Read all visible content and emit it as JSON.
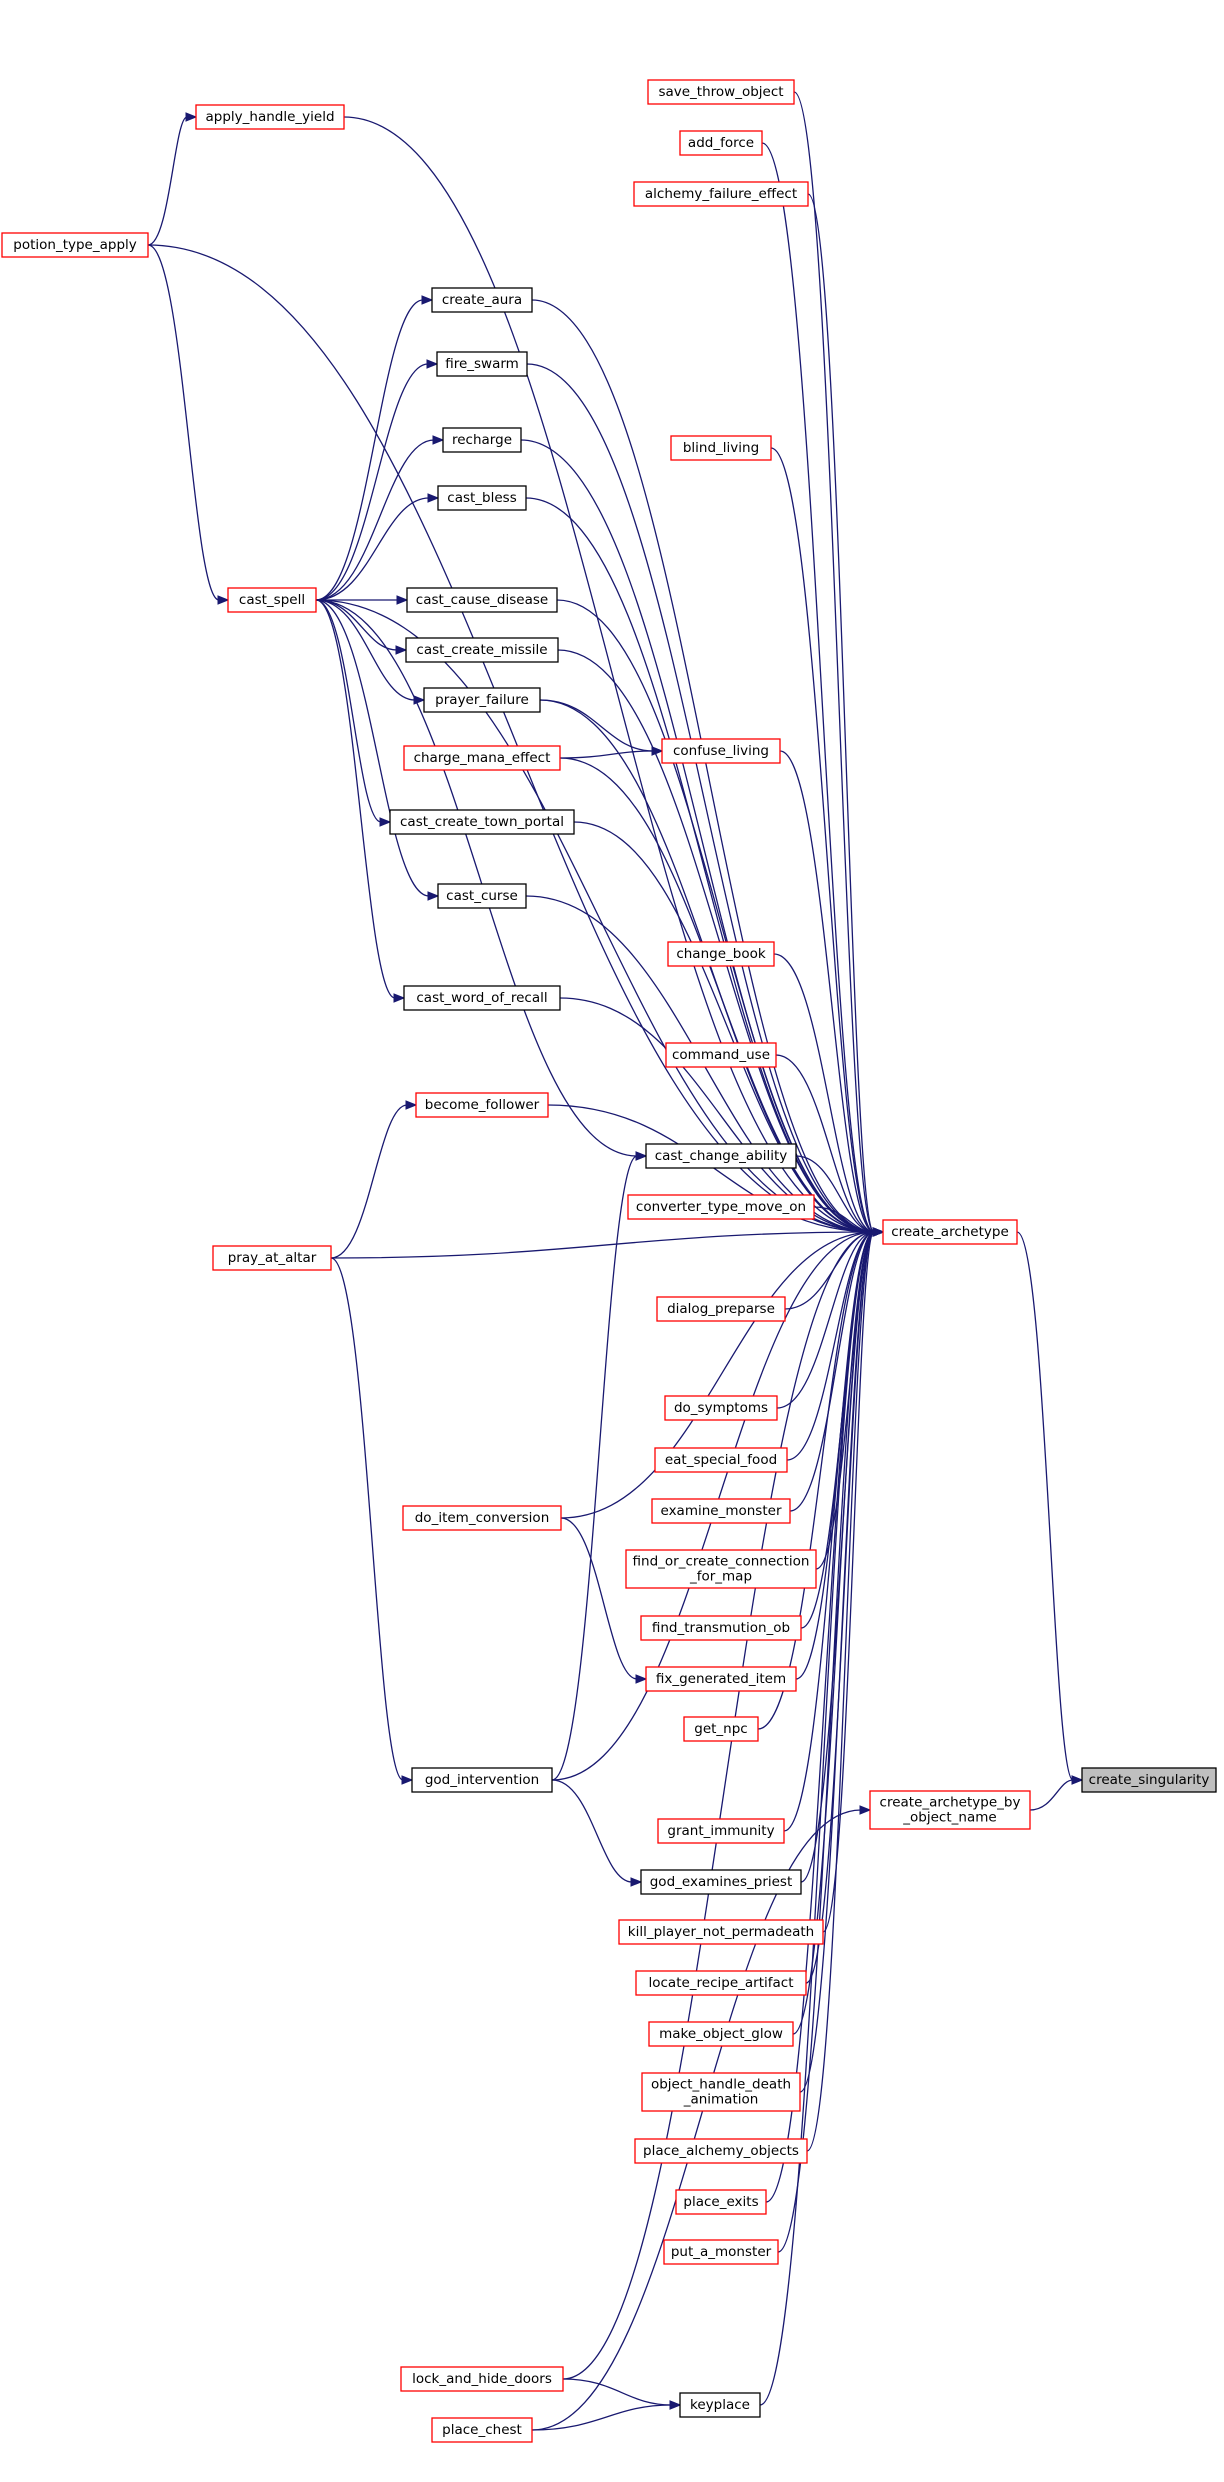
{
  "colors": {
    "edge": "#191970",
    "border_link": "#ff0000",
    "border_plain": "#000000",
    "fill": "#ffffff",
    "fill_root": "#bfbfbf"
  },
  "graph": {
    "root": "create_singularity",
    "nodes": [
      {
        "id": "create_singularity",
        "lines": [
          "create_singularity"
        ],
        "style": "root"
      },
      {
        "id": "create_archetype",
        "lines": [
          "create_archetype"
        ],
        "style": "link"
      },
      {
        "id": "create_archetype_by_object_name",
        "lines": [
          "create_archetype_by",
          "_object_name"
        ],
        "style": "link"
      },
      {
        "id": "apply_handle_yield",
        "lines": [
          "apply_handle_yield"
        ],
        "style": "link"
      },
      {
        "id": "potion_type_apply",
        "lines": [
          "potion_type_apply"
        ],
        "style": "link"
      },
      {
        "id": "save_throw_object",
        "lines": [
          "save_throw_object"
        ],
        "style": "link"
      },
      {
        "id": "add_force",
        "lines": [
          "add_force"
        ],
        "style": "link"
      },
      {
        "id": "alchemy_failure_effect",
        "lines": [
          "alchemy_failure_effect"
        ],
        "style": "link"
      },
      {
        "id": "create_aura",
        "lines": [
          "create_aura"
        ],
        "style": "plain"
      },
      {
        "id": "fire_swarm",
        "lines": [
          "fire_swarm"
        ],
        "style": "plain"
      },
      {
        "id": "recharge",
        "lines": [
          "recharge"
        ],
        "style": "plain"
      },
      {
        "id": "blind_living",
        "lines": [
          "blind_living"
        ],
        "style": "link"
      },
      {
        "id": "cast_bless",
        "lines": [
          "cast_bless"
        ],
        "style": "plain"
      },
      {
        "id": "cast_spell",
        "lines": [
          "cast_spell"
        ],
        "style": "link"
      },
      {
        "id": "cast_cause_disease",
        "lines": [
          "cast_cause_disease"
        ],
        "style": "plain"
      },
      {
        "id": "cast_create_missile",
        "lines": [
          "cast_create_missile"
        ],
        "style": "plain"
      },
      {
        "id": "prayer_failure",
        "lines": [
          "prayer_failure"
        ],
        "style": "plain"
      },
      {
        "id": "confuse_living",
        "lines": [
          "confuse_living"
        ],
        "style": "link"
      },
      {
        "id": "charge_mana_effect",
        "lines": [
          "charge_mana_effect"
        ],
        "style": "link"
      },
      {
        "id": "cast_create_town_portal",
        "lines": [
          "cast_create_town_portal"
        ],
        "style": "plain"
      },
      {
        "id": "cast_curse",
        "lines": [
          "cast_curse"
        ],
        "style": "plain"
      },
      {
        "id": "change_book",
        "lines": [
          "change_book"
        ],
        "style": "link"
      },
      {
        "id": "cast_word_of_recall",
        "lines": [
          "cast_word_of_recall"
        ],
        "style": "plain"
      },
      {
        "id": "command_use",
        "lines": [
          "command_use"
        ],
        "style": "link"
      },
      {
        "id": "become_follower",
        "lines": [
          "become_follower"
        ],
        "style": "link"
      },
      {
        "id": "cast_change_ability",
        "lines": [
          "cast_change_ability"
        ],
        "style": "plain"
      },
      {
        "id": "converter_type_move_on",
        "lines": [
          "converter_type_move_on"
        ],
        "style": "link"
      },
      {
        "id": "pray_at_altar",
        "lines": [
          "pray_at_altar"
        ],
        "style": "link"
      },
      {
        "id": "dialog_preparse",
        "lines": [
          "dialog_preparse"
        ],
        "style": "link"
      },
      {
        "id": "do_symptoms",
        "lines": [
          "do_symptoms"
        ],
        "style": "link"
      },
      {
        "id": "eat_special_food",
        "lines": [
          "eat_special_food"
        ],
        "style": "link"
      },
      {
        "id": "examine_monster",
        "lines": [
          "examine_monster"
        ],
        "style": "link"
      },
      {
        "id": "do_item_conversion",
        "lines": [
          "do_item_conversion"
        ],
        "style": "link"
      },
      {
        "id": "find_or_create_connection_for_map",
        "lines": [
          "find_or_create_connection",
          "_for_map"
        ],
        "style": "link"
      },
      {
        "id": "find_transmution_ob",
        "lines": [
          "find_transmution_ob"
        ],
        "style": "link"
      },
      {
        "id": "fix_generated_item",
        "lines": [
          "fix_generated_item"
        ],
        "style": "link"
      },
      {
        "id": "get_npc",
        "lines": [
          "get_npc"
        ],
        "style": "link"
      },
      {
        "id": "god_intervention",
        "lines": [
          "god_intervention"
        ],
        "style": "plain"
      },
      {
        "id": "grant_immunity",
        "lines": [
          "grant_immunity"
        ],
        "style": "link"
      },
      {
        "id": "god_examines_priest",
        "lines": [
          "god_examines_priest"
        ],
        "style": "plain"
      },
      {
        "id": "kill_player_not_permadeath",
        "lines": [
          "kill_player_not_permadeath"
        ],
        "style": "link"
      },
      {
        "id": "locate_recipe_artifact",
        "lines": [
          "locate_recipe_artifact"
        ],
        "style": "link"
      },
      {
        "id": "make_object_glow",
        "lines": [
          "make_object_glow"
        ],
        "style": "link"
      },
      {
        "id": "object_handle_death_animation",
        "lines": [
          "object_handle_death",
          "_animation"
        ],
        "style": "link"
      },
      {
        "id": "place_alchemy_objects",
        "lines": [
          "place_alchemy_objects"
        ],
        "style": "link"
      },
      {
        "id": "place_exits",
        "lines": [
          "place_exits"
        ],
        "style": "link"
      },
      {
        "id": "put_a_monster",
        "lines": [
          "put_a_monster"
        ],
        "style": "link"
      },
      {
        "id": "lock_and_hide_doors",
        "lines": [
          "lock_and_hide_doors"
        ],
        "style": "link"
      },
      {
        "id": "keyplace",
        "lines": [
          "keyplace"
        ],
        "style": "plain"
      },
      {
        "id": "place_chest",
        "lines": [
          "place_chest"
        ],
        "style": "link"
      }
    ],
    "edges": [
      {
        "from": "create_archetype",
        "to": "create_singularity"
      },
      {
        "from": "create_archetype_by_object_name",
        "to": "create_singularity"
      },
      {
        "from": "apply_handle_yield",
        "to": "create_archetype"
      },
      {
        "from": "potion_type_apply",
        "to": "apply_handle_yield"
      },
      {
        "from": "potion_type_apply",
        "to": "create_archetype"
      },
      {
        "from": "save_throw_object",
        "to": "create_archetype"
      },
      {
        "from": "add_force",
        "to": "create_archetype"
      },
      {
        "from": "alchemy_failure_effect",
        "to": "create_archetype"
      },
      {
        "from": "create_aura",
        "to": "create_archetype"
      },
      {
        "from": "fire_swarm",
        "to": "create_archetype"
      },
      {
        "from": "recharge",
        "to": "create_archetype"
      },
      {
        "from": "blind_living",
        "to": "create_archetype"
      },
      {
        "from": "cast_bless",
        "to": "create_archetype"
      },
      {
        "from": "cast_spell",
        "to": "create_archetype"
      },
      {
        "from": "cast_cause_disease",
        "to": "create_archetype"
      },
      {
        "from": "cast_create_missile",
        "to": "create_archetype"
      },
      {
        "from": "prayer_failure",
        "to": "create_archetype"
      },
      {
        "from": "confuse_living",
        "to": "create_archetype"
      },
      {
        "from": "charge_mana_effect",
        "to": "create_archetype"
      },
      {
        "from": "cast_create_town_portal",
        "to": "create_archetype"
      },
      {
        "from": "cast_curse",
        "to": "create_archetype"
      },
      {
        "from": "change_book",
        "to": "create_archetype"
      },
      {
        "from": "cast_word_of_recall",
        "to": "create_archetype"
      },
      {
        "from": "command_use",
        "to": "create_archetype"
      },
      {
        "from": "become_follower",
        "to": "create_archetype"
      },
      {
        "from": "cast_change_ability",
        "to": "create_archetype"
      },
      {
        "from": "converter_type_move_on",
        "to": "create_archetype"
      },
      {
        "from": "pray_at_altar",
        "to": "create_archetype"
      },
      {
        "from": "dialog_preparse",
        "to": "create_archetype"
      },
      {
        "from": "do_item_conversion",
        "to": "create_archetype"
      },
      {
        "from": "do_symptoms",
        "to": "create_archetype"
      },
      {
        "from": "eat_special_food",
        "to": "create_archetype"
      },
      {
        "from": "examine_monster",
        "to": "create_archetype"
      },
      {
        "from": "find_or_create_connection_for_map",
        "to": "create_archetype"
      },
      {
        "from": "find_transmution_ob",
        "to": "create_archetype"
      },
      {
        "from": "fix_generated_item",
        "to": "create_archetype"
      },
      {
        "from": "get_npc",
        "to": "create_archetype"
      },
      {
        "from": "god_intervention",
        "to": "create_archetype"
      },
      {
        "from": "grant_immunity",
        "to": "create_archetype"
      },
      {
        "from": "god_examines_priest",
        "to": "create_archetype"
      },
      {
        "from": "kill_player_not_permadeath",
        "to": "create_archetype"
      },
      {
        "from": "locate_recipe_artifact",
        "to": "create_archetype"
      },
      {
        "from": "make_object_glow",
        "to": "create_archetype"
      },
      {
        "from": "object_handle_death_animation",
        "to": "create_archetype"
      },
      {
        "from": "place_alchemy_objects",
        "to": "create_archetype"
      },
      {
        "from": "place_exits",
        "to": "create_archetype"
      },
      {
        "from": "put_a_monster",
        "to": "create_archetype"
      },
      {
        "from": "lock_and_hide_doors",
        "to": "create_archetype"
      },
      {
        "from": "keyplace",
        "to": "create_archetype"
      },
      {
        "from": "place_chest",
        "to": "create_archetype_by_object_name"
      },
      {
        "from": "potion_type_apply",
        "to": "cast_spell"
      },
      {
        "from": "cast_spell",
        "to": "create_aura"
      },
      {
        "from": "cast_spell",
        "to": "fire_swarm"
      },
      {
        "from": "cast_spell",
        "to": "recharge"
      },
      {
        "from": "cast_spell",
        "to": "cast_bless"
      },
      {
        "from": "cast_spell",
        "to": "cast_cause_disease"
      },
      {
        "from": "cast_spell",
        "to": "cast_create_missile"
      },
      {
        "from": "cast_spell",
        "to": "prayer_failure"
      },
      {
        "from": "cast_spell",
        "to": "cast_create_town_portal"
      },
      {
        "from": "cast_spell",
        "to": "cast_curse"
      },
      {
        "from": "cast_spell",
        "to": "cast_word_of_recall"
      },
      {
        "from": "cast_spell",
        "to": "cast_change_ability"
      },
      {
        "from": "prayer_failure",
        "to": "confuse_living"
      },
      {
        "from": "charge_mana_effect",
        "to": "confuse_living"
      },
      {
        "from": "pray_at_altar",
        "to": "become_follower"
      },
      {
        "from": "pray_at_altar",
        "to": "god_intervention"
      },
      {
        "from": "god_intervention",
        "to": "cast_change_ability"
      },
      {
        "from": "god_intervention",
        "to": "god_examines_priest"
      },
      {
        "from": "do_item_conversion",
        "to": "fix_generated_item"
      },
      {
        "from": "lock_and_hide_doors",
        "to": "keyplace"
      },
      {
        "from": "place_chest",
        "to": "keyplace"
      }
    ]
  }
}
